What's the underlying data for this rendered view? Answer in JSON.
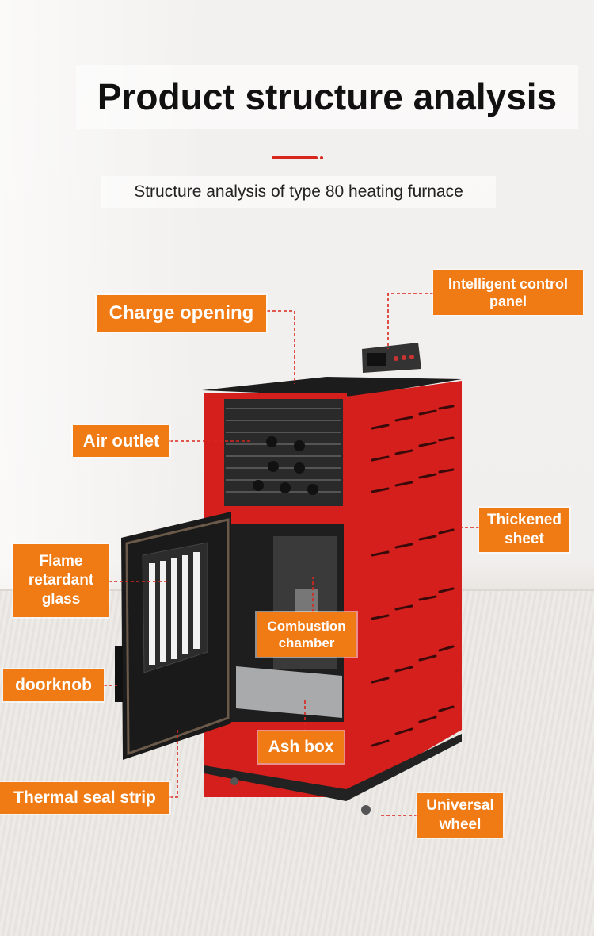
{
  "header": {
    "title": "Product structure analysis",
    "subtitle": "Structure analysis of type 80 heating furnace"
  },
  "colors": {
    "accent": "#d9261c",
    "label_bg": "#f07a13",
    "stove_red": "#d41f1c",
    "stove_dark": "#2a2a2a"
  },
  "labels": {
    "charge_opening": "Charge opening",
    "control_panel": "Intelligent control\npanel",
    "air_outlet": "Air outlet",
    "thickened_sheet": "Thickened\nsheet",
    "flame_glass": "Flame\nretardant\nglass",
    "combustion_chamber": "Combustion\nchamber",
    "doorknob": "doorknob",
    "ash_box": "Ash box",
    "thermal_seal": "Thermal seal strip",
    "universal_wheel": "Universal\nwheel"
  }
}
